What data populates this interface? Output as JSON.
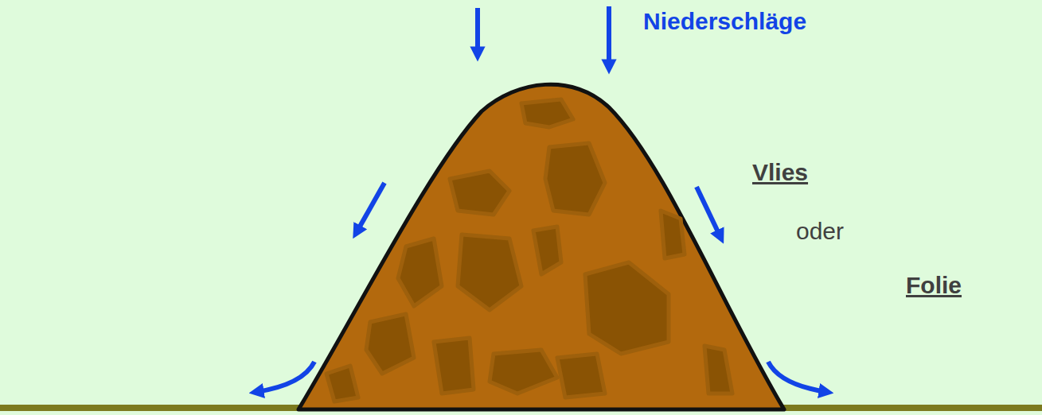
{
  "diagram": {
    "labels": [
      "Niederschläge",
      "Vlies",
      "oder",
      "Folie"
    ]
  }
}
